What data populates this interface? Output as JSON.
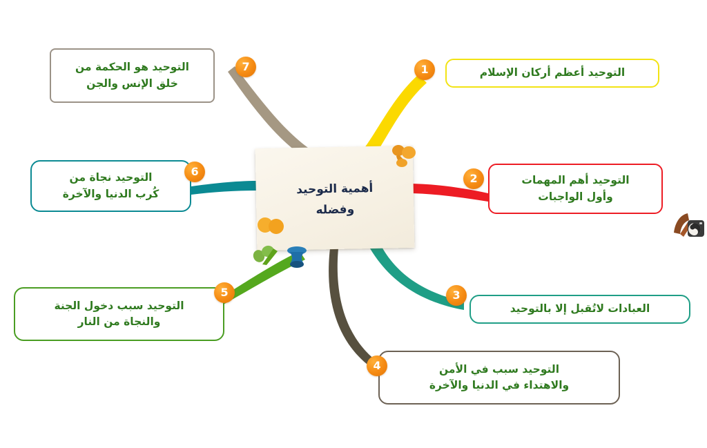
{
  "diagram": {
    "title": "أهمية التوحيد وفضله",
    "type": "mind-map",
    "direction": "rtl",
    "center": {
      "lines": [
        "أهمية التوحيد",
        "وفضله"
      ],
      "text": "أهمية التوحيد وفضله",
      "text_color": "#1b2a4a",
      "card_color": "#f7f1e4"
    },
    "branches": [
      {
        "number": "1",
        "lines": [
          "التوحيد أعظم أركان الإسلام"
        ],
        "text": "التوحيد أعظم أركان الإسلام",
        "border_color": "#f2e313",
        "branch_color": "#fbd900",
        "badge_color": "#f58a12",
        "text_color": "#2f7a1f",
        "position": "top-right"
      },
      {
        "number": "2",
        "lines": [
          "التوحيد أهم المهمات",
          "وأول الواجبات"
        ],
        "text": "التوحيد أهم المهمات وأول الواجبات",
        "border_color": "#ed1c24",
        "branch_color": "#ed1c24",
        "badge_color": "#f58a12",
        "text_color": "#2f7a1f",
        "position": "right"
      },
      {
        "number": "3",
        "lines": [
          "العبادات لاتُقبل إلا بالتوحيد"
        ],
        "text": "العبادات لاتُقبل إلا بالتوحيد",
        "border_color": "#1f9e86",
        "branch_color": "#1f9e86",
        "badge_color": "#f58a12",
        "text_color": "#2f7a1f",
        "position": "bottom-right"
      },
      {
        "number": "4",
        "lines": [
          "التوحيد سبب في الأمن",
          "والاهتداء في الدنيا والآخرة"
        ],
        "text": "التوحيد سبب في الأمن والاهتداء في الدنيا والآخرة",
        "border_color": "#6c6154",
        "branch_color": "#57503f",
        "badge_color": "#f58a12",
        "text_color": "#2f7a1f",
        "position": "bottom"
      },
      {
        "number": "5",
        "lines": [
          "التوحيد سبب دخول الجنة",
          "والنجاة من النار"
        ],
        "text": "التوحيد سبب دخول الجنة والنجاة من النار",
        "border_color": "#4a9d22",
        "branch_color": "#55a81e",
        "badge_color": "#f58a12",
        "text_color": "#2f7a1f",
        "position": "bottom-left"
      },
      {
        "number": "6",
        "lines": [
          "التوحيد نجاة من",
          "كُرب الدنيا والآخرة"
        ],
        "text": "التوحيد نجاة من كُرب الدنيا والآخرة",
        "border_color": "#0b8a93",
        "branch_color": "#0b8a93",
        "badge_color": "#f58a12",
        "text_color": "#2f7a1f",
        "position": "left"
      },
      {
        "number": "7",
        "lines": [
          "التوحيد هو الحكمة من",
          "خلق الإنس والجن"
        ],
        "text": "التوحيد هو الحكمة من خلق الإنس والجن",
        "border_color": "#9b9287",
        "branch_color": "#a59883",
        "badge_color": "#f58a12",
        "text_color": "#2f7a1f",
        "position": "top-left"
      }
    ],
    "decorations": [
      {
        "name": "pushpin-orange-top",
        "color": "#f3a32a"
      },
      {
        "name": "pushpin-blue",
        "color": "#1d6fa5"
      },
      {
        "name": "pushpin-green",
        "color": "#79b843"
      },
      {
        "name": "pushpin-orange-left",
        "color": "#f6ae2d"
      }
    ],
    "watermark": {
      "name": "camera-logo",
      "color": "#8a4a22"
    }
  }
}
